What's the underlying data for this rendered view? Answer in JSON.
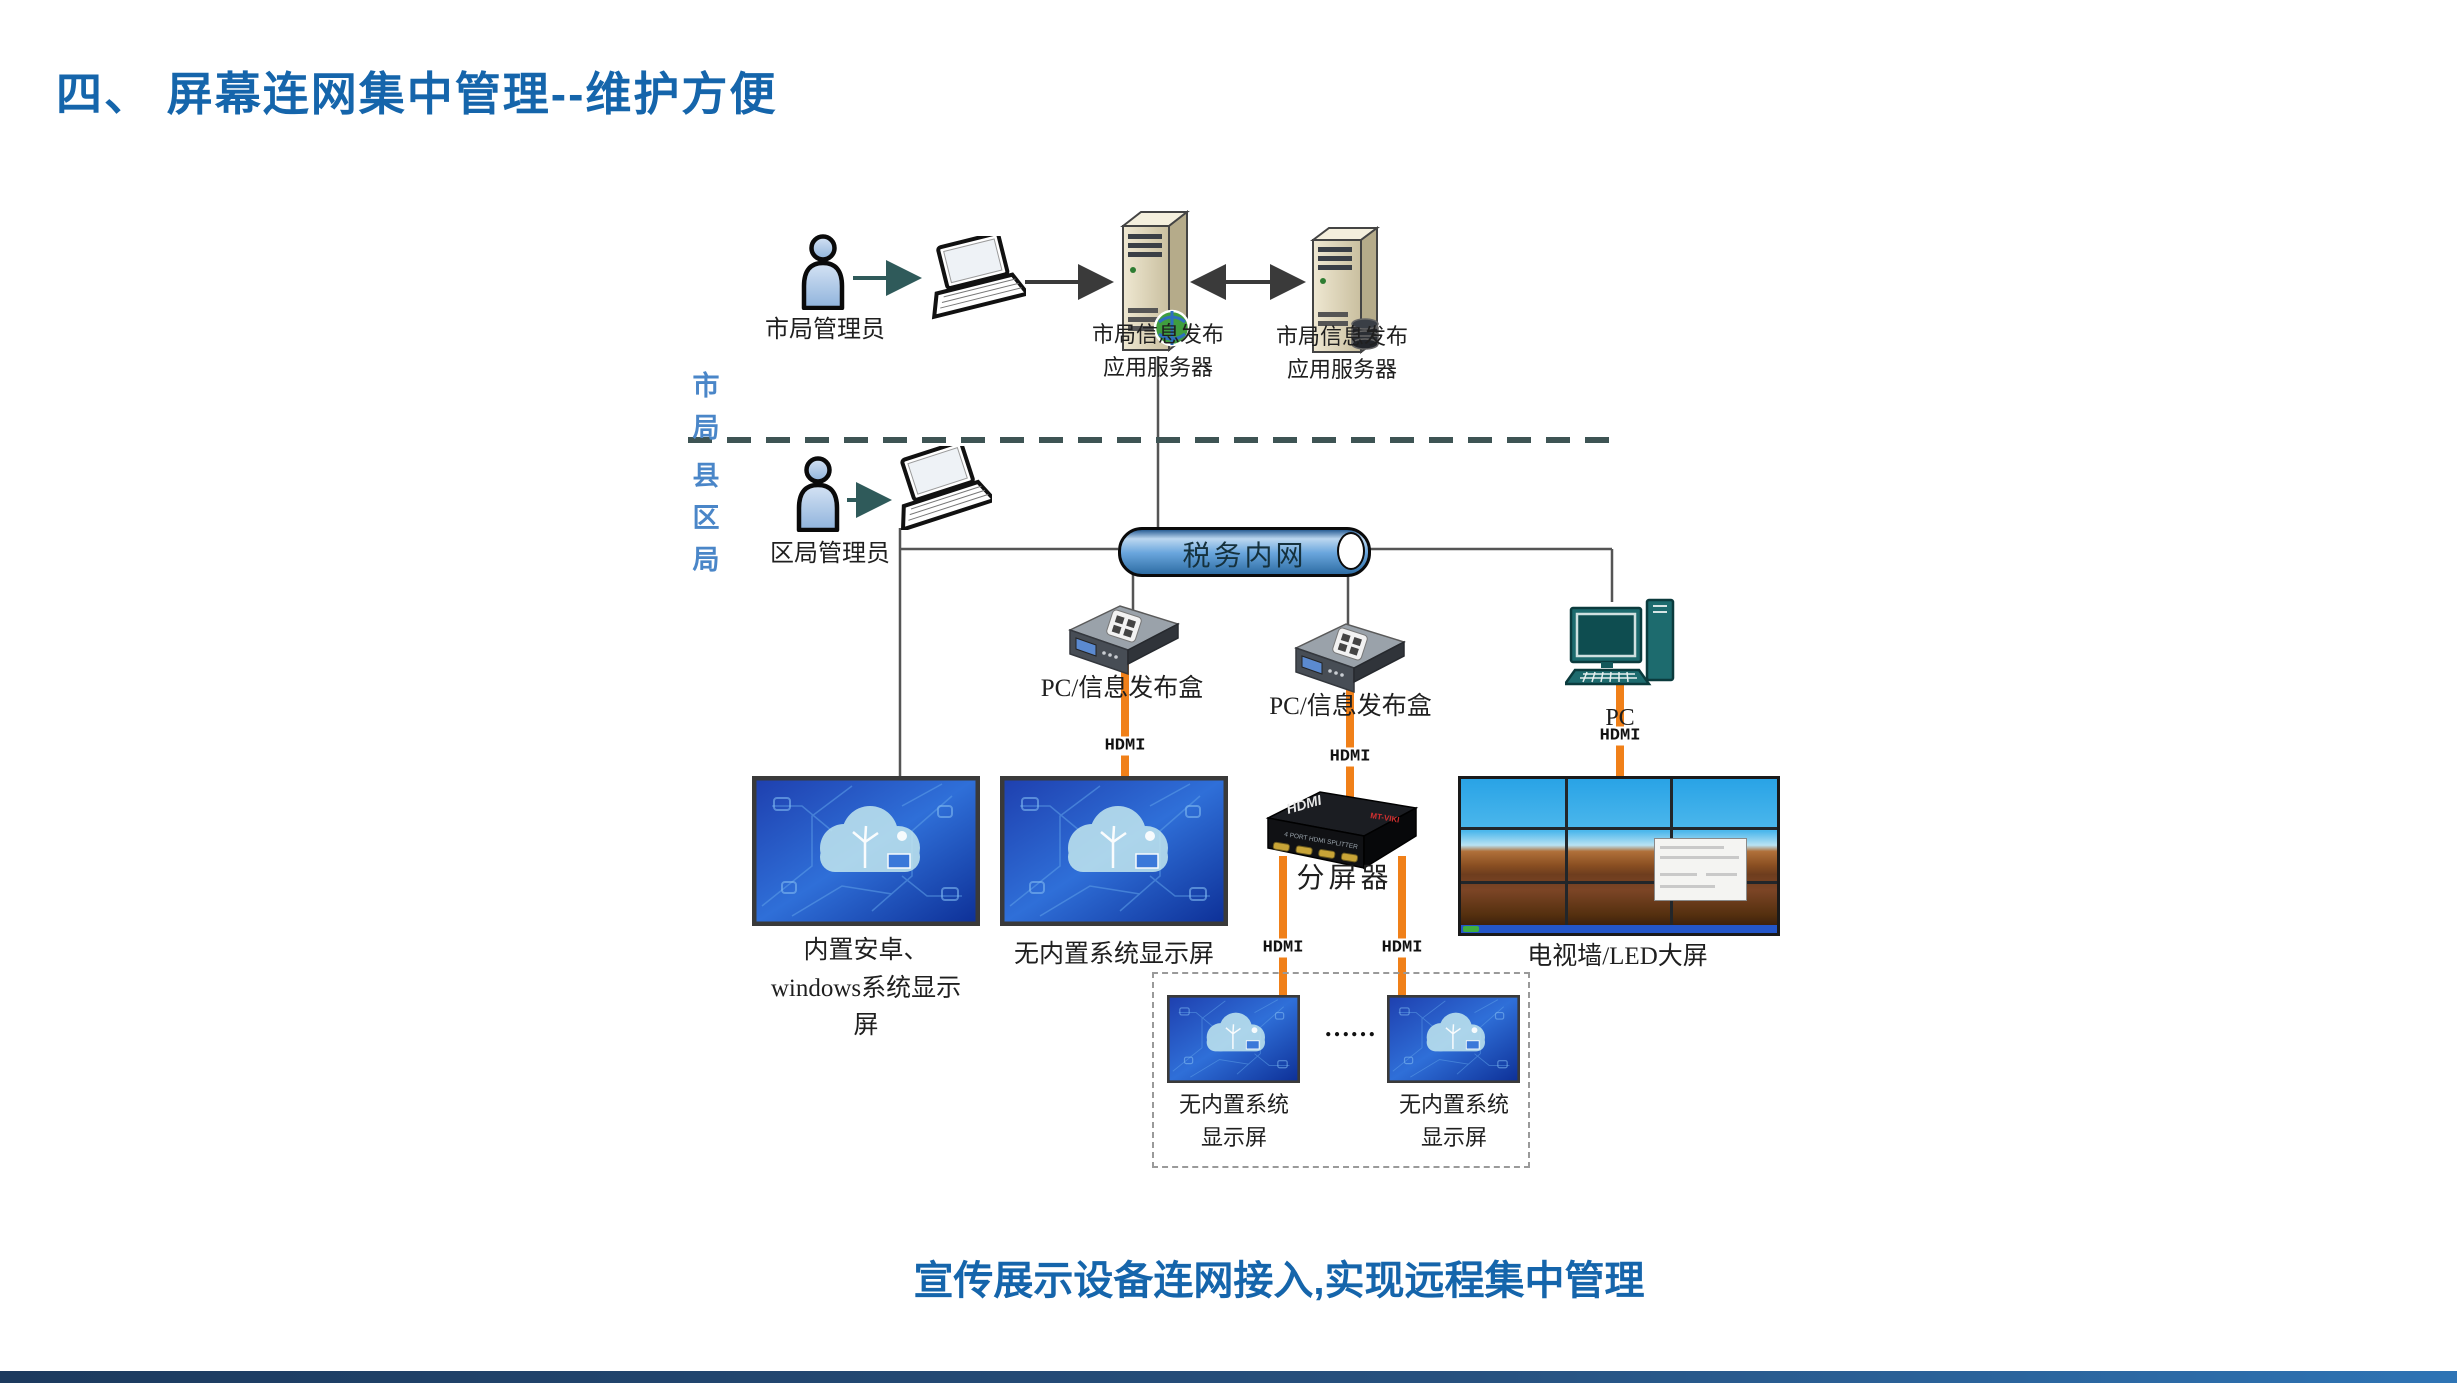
{
  "title": "四、 屏幕连网集中管理--维护方便",
  "zones": {
    "city": "市\n局",
    "district": "县\n区\n局"
  },
  "actors": {
    "city_admin": "市局管理员",
    "district_admin": "区局管理员"
  },
  "servers": {
    "server1_label": "市局信息发布\n应用服务器",
    "server2_label": "市局信息发布\n应用服务器"
  },
  "network": {
    "intranet_label": "税务内网"
  },
  "devices": {
    "publish_box1_label": "PC/信息发布盒",
    "publish_box2_label": "PC/信息发布盒",
    "pc_label": "PC",
    "splitter_label": "分屏器",
    "splitter_face": {
      "brand": "HDMI",
      "vendor": "MT-VIKI",
      "model": "4 PORT HDMI SPLITTER"
    }
  },
  "cables": {
    "hdmi1": "HDMI",
    "hdmi2": "HDMI",
    "hdmi3": "HDMI",
    "hdmi4": "HDMI",
    "hdmi5": "HDMI"
  },
  "displays": {
    "screen_builtin_label": "内置安卓、\nwindows系统显示\n屏",
    "screen_nobuiltin_label": "无内置系统显示屏",
    "tv_wall_label": "电视墙/LED大屏",
    "small_screen1_label": "无内置系统\n显示屏",
    "small_screen2_label": "无内置系统\n显示屏",
    "ellipsis": "……"
  },
  "footer": {
    "text": "宣传展示设备连网接入,实现远程集中管理"
  },
  "colors": {
    "accent_blue": "#1565ab",
    "zone_blue": "#4a86c8",
    "hdmi_orange": "#f08019",
    "divider_dash": "#3e5454",
    "cylinder_blue": "#6aa6dd"
  }
}
